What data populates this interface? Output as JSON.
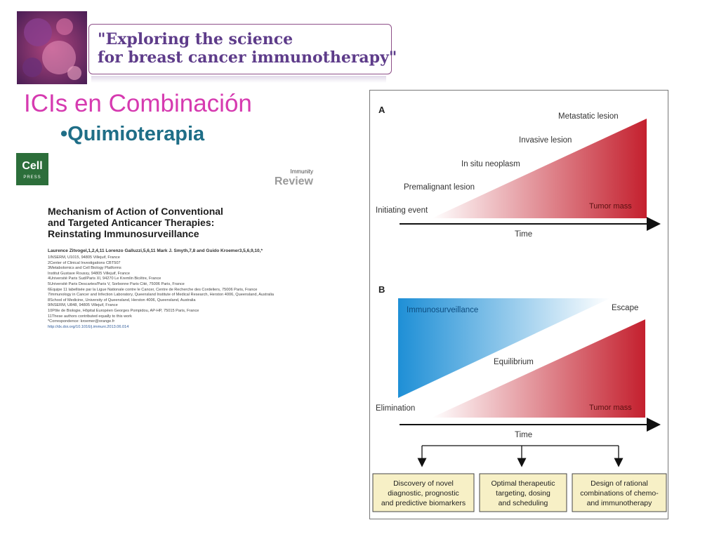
{
  "header": {
    "banner_line1": "\"Exploring the science",
    "banner_line2": "for breast cancer immunotherapy\"",
    "accent_color": "#5e3c8a",
    "border_color": "#8e4f88"
  },
  "slide": {
    "title": "ICIs en Combinación",
    "bullet": "•Quimioterapia",
    "title_color": "#d63ab0",
    "bullet_color": "#1f6e87"
  },
  "paper": {
    "logo_big": "Cell",
    "logo_small": "PRESS",
    "journal": "Immunity",
    "section": "Review",
    "title_lines": [
      "Mechanism of Action of Conventional",
      "and Targeted Anticancer Therapies:",
      "Reinstating Immunosurveillance"
    ],
    "authors": "Laurence Zitvogel,1,2,4,11 Lorenzo Galluzzi,5,6,11 Mark J. Smyth,7,8 and Guido Kroemer3,5,6,9,10,*",
    "affiliations": [
      "1INSERM, U1015, 94805 Villejuif, France",
      "2Center of Clinical Investigations CBT507",
      "3Metabolomics and Cell Biology Platforms",
      "Institut Gustave Roussy, 94805 Villejuif, France",
      "4Université Paris Sud/Paris XI, 94270 Le Kremlin Bicêtre, France",
      "5Université Paris Descartes/Paris V, Sorbonne Paris Cité, 75006 Paris, France",
      "6Equipe 11 labellisée par la Ligue Nationale contre le Cancer, Centre de Recherche des Cordeliers, 75006 Paris, France",
      "7Immunology in Cancer and Infection Laboratory, Queensland Institute of Medical Research, Herston 4006, Queensland, Australia",
      "8School of Medicine, University of Queensland, Herston 4006, Queensland, Australia",
      "9INSERM, U848, 94805 Villejuif, France",
      "10Pôle de Biologie, Hôpital Européen Georges Pompidou, AP-HP, 75015 Paris, France",
      "11These authors contributed equally to this work",
      "*Correspondence: kroemer@orange.fr"
    ],
    "doi": "http://dx.doi.org/10.1016/j.immuni.2013.06.014"
  },
  "figure": {
    "panel_a": {
      "label": "A",
      "stages": [
        "Initiating event",
        "Premalignant lesion",
        "In situ neoplasm",
        "Invasive lesion",
        "Metastatic lesion"
      ],
      "tumor_label": "Tumor mass",
      "time_label": "Time"
    },
    "panel_b": {
      "label": "B",
      "immuno_label": "Immunosurveillance",
      "escape_label": "Escape",
      "equilibrium_label": "Equilibrium",
      "elimination_label": "Elimination",
      "tumor_label": "Tumor mass",
      "time_label": "Time"
    },
    "boxes": [
      [
        "Discovery of novel",
        "diagnostic, prognostic",
        "and predictive biomarkers"
      ],
      [
        "Optimal therapeutic",
        "targeting, dosing",
        "and scheduling"
      ],
      [
        "Design of rational",
        "combinations of chemo-",
        "and immunotherapy"
      ]
    ],
    "colors": {
      "red": "#c4202e",
      "blue": "#1e8fd6",
      "box_fill": "#f7f0c6"
    }
  }
}
